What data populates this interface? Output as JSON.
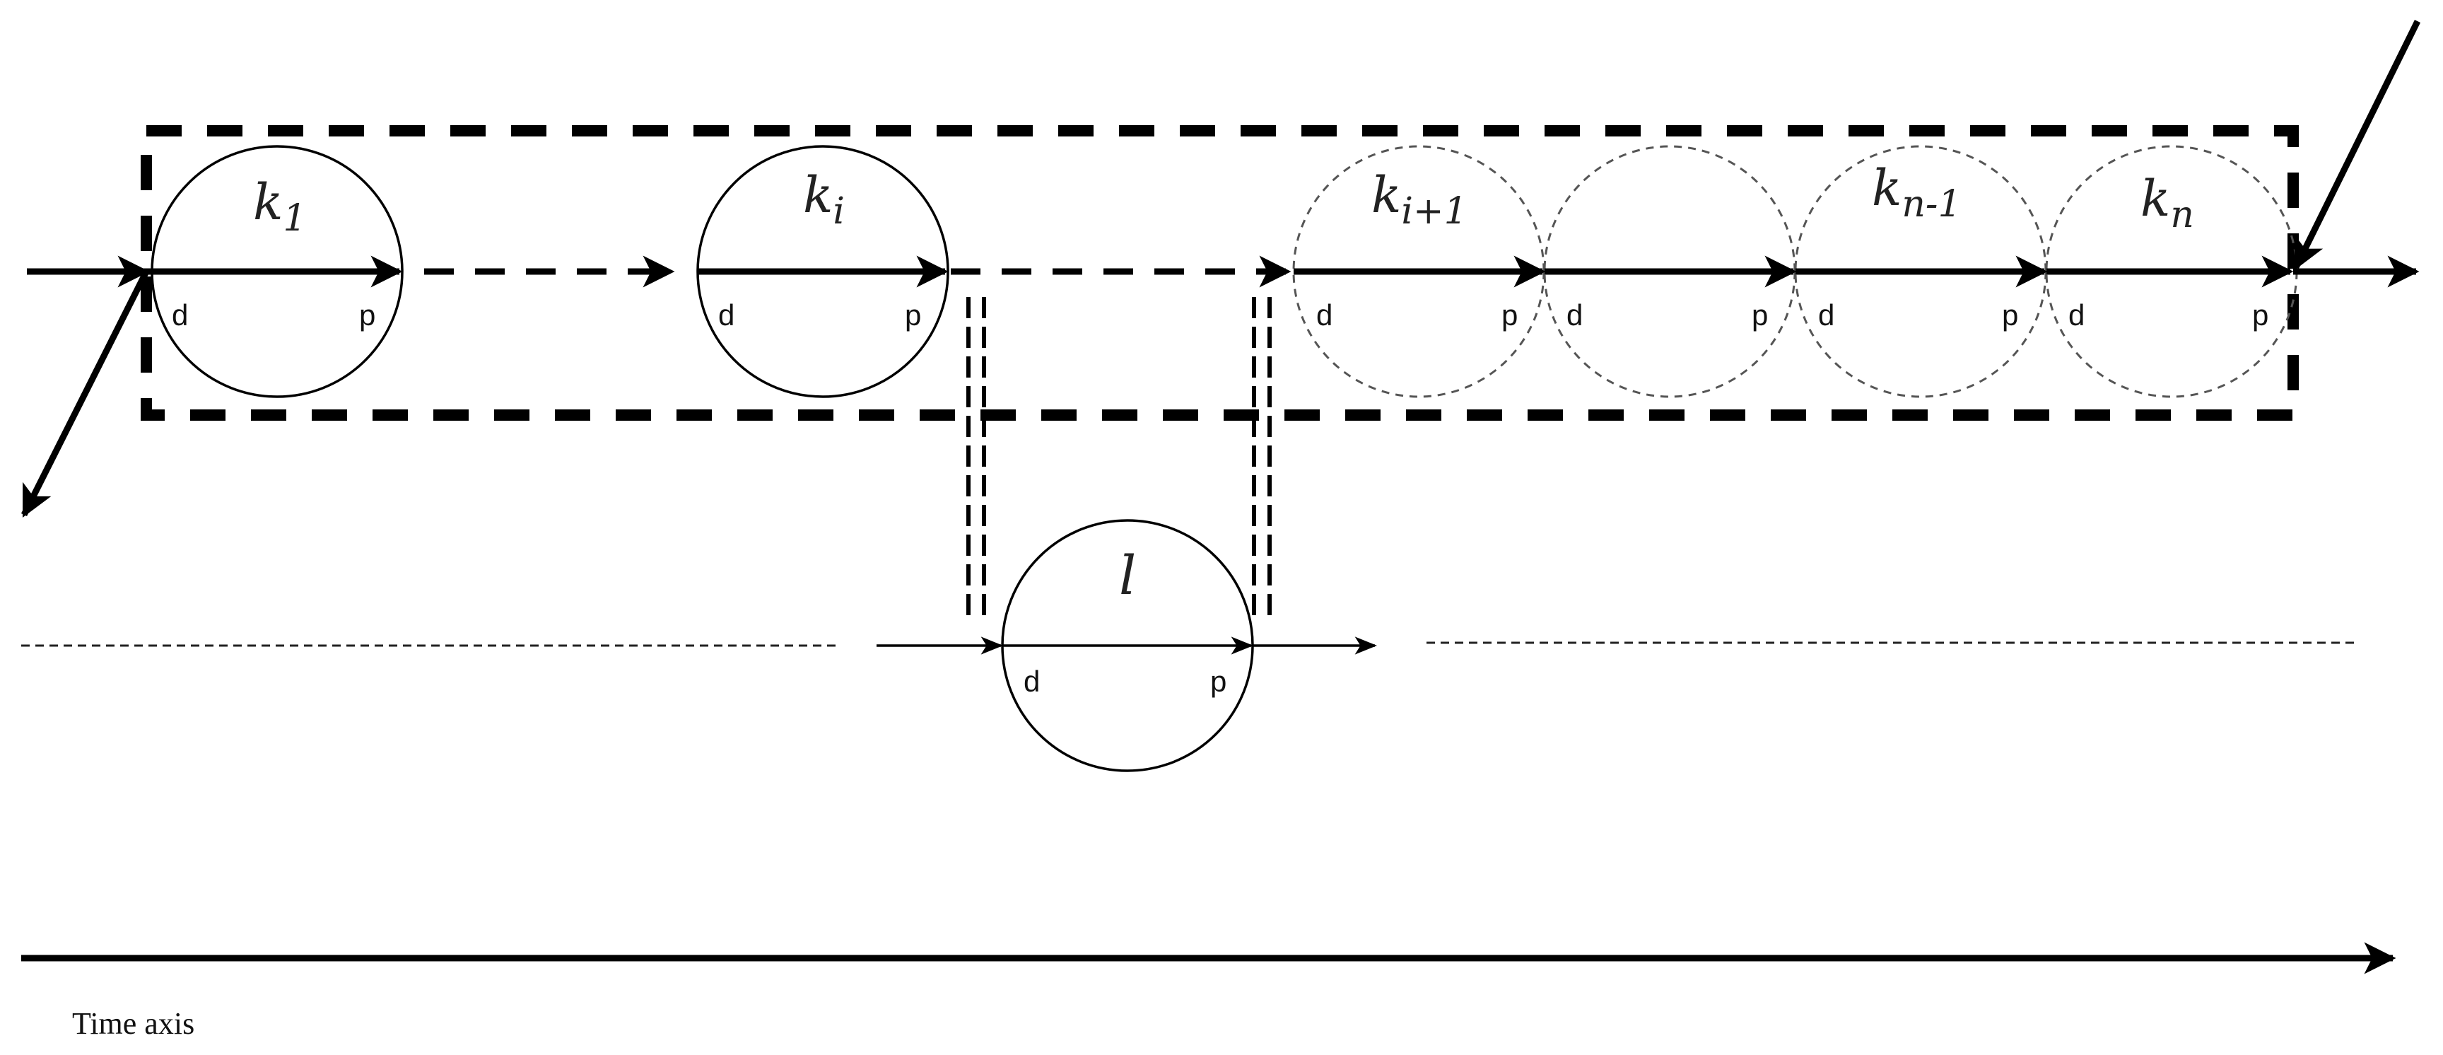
{
  "nodes": {
    "k1": {
      "symbol": "k",
      "subscript": "1"
    },
    "ki": {
      "symbol": "k",
      "subscript": "i"
    },
    "ki1": {
      "symbol": "k",
      "subscript": "i+1"
    },
    "kn1": {
      "symbol": "k",
      "subscript": "n-1"
    },
    "kn": {
      "symbol": "k",
      "subscript": "n"
    },
    "l": {
      "symbol": "l"
    }
  },
  "port_labels": {
    "start": "d",
    "end": "p"
  },
  "time_axis_label": "Time axis"
}
